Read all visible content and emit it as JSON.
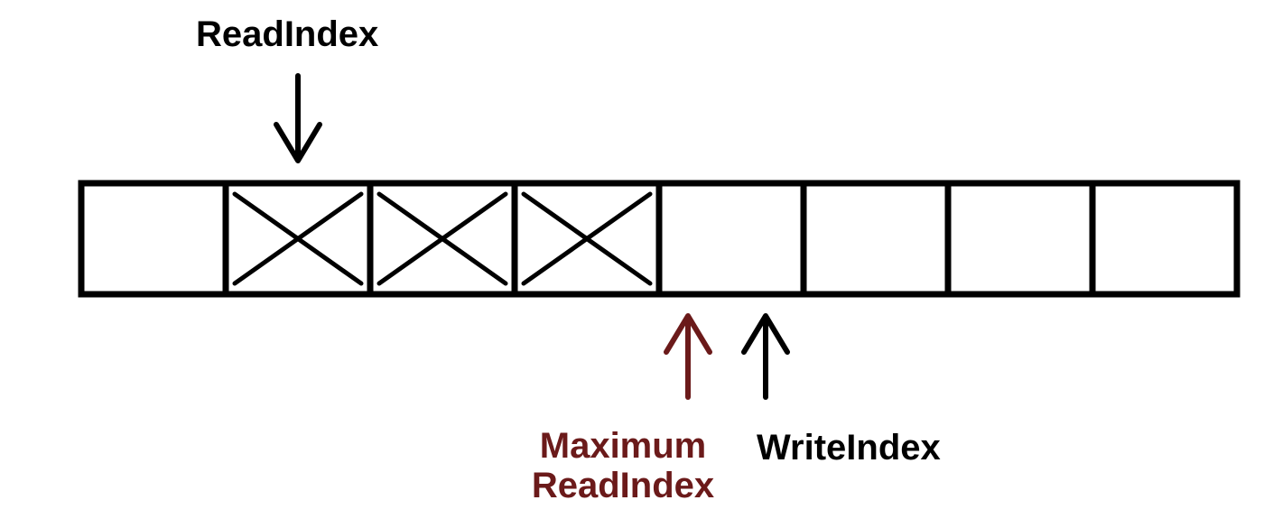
{
  "labels": {
    "read_index": "ReadIndex",
    "write_index": "WriteIndex",
    "maximum_read_index_line1": "Maximum",
    "maximum_read_index_line2": "ReadIndex"
  },
  "buffer": {
    "slot_count": 8,
    "crossed_slots": [
      1,
      2,
      3
    ]
  },
  "pointers": {
    "read_index_slot": 1,
    "maximum_read_index_boundary": 4,
    "write_index_slot": 4
  },
  "colors": {
    "line": "#000000",
    "maximum_read_index": "#6b1a1a",
    "background": "#ffffff"
  }
}
